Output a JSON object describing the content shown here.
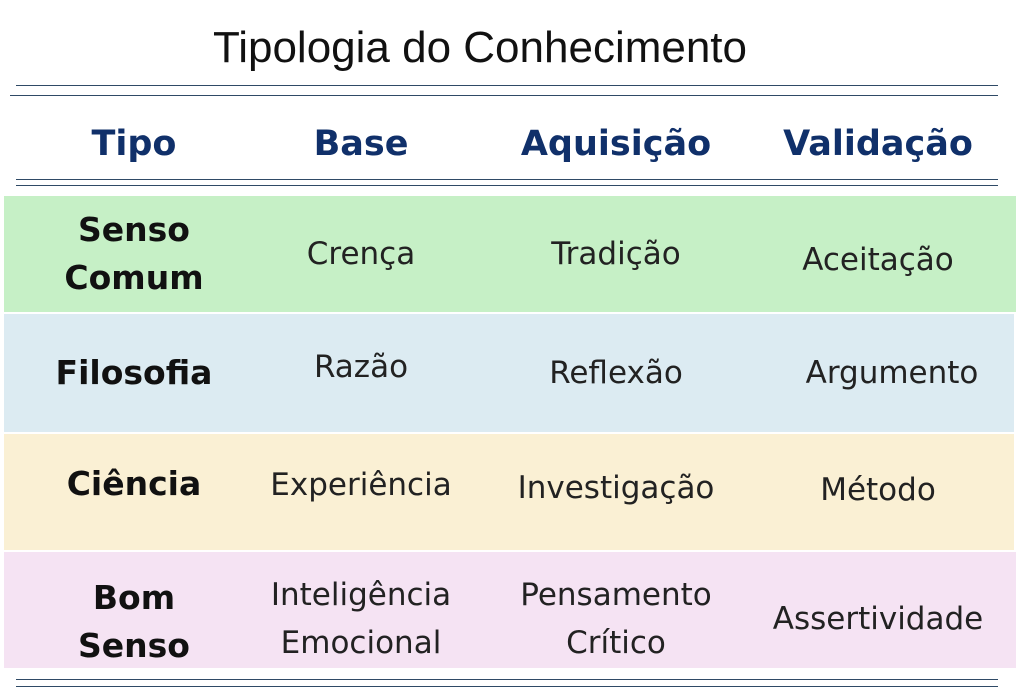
{
  "title": "Tipologia do Conhecimento",
  "headers": {
    "tipo": "Tipo",
    "base": "Base",
    "aquisicao": "Aquisição",
    "validacao": "Validação"
  },
  "rows": [
    {
      "tipo": "Senso\nComum",
      "base": "Crença",
      "aquisicao": "Tradição",
      "validacao": "Aceitação",
      "color": "#c6f0c6"
    },
    {
      "tipo": "Filosofia",
      "base": "Razão",
      "aquisicao": "Reflexão",
      "validacao": "Argumento",
      "color": "#dcebf2"
    },
    {
      "tipo": "Ciência",
      "base": "Experiência",
      "aquisicao": "Investigação",
      "validacao": "Método",
      "color": "#faf0d4"
    },
    {
      "tipo": "Bom\nSenso",
      "base": "Inteligência\nEmocional",
      "aquisicao": "Pensamento\nCrítico",
      "validacao": "Assertividade",
      "color": "#f5e3f3"
    }
  ]
}
